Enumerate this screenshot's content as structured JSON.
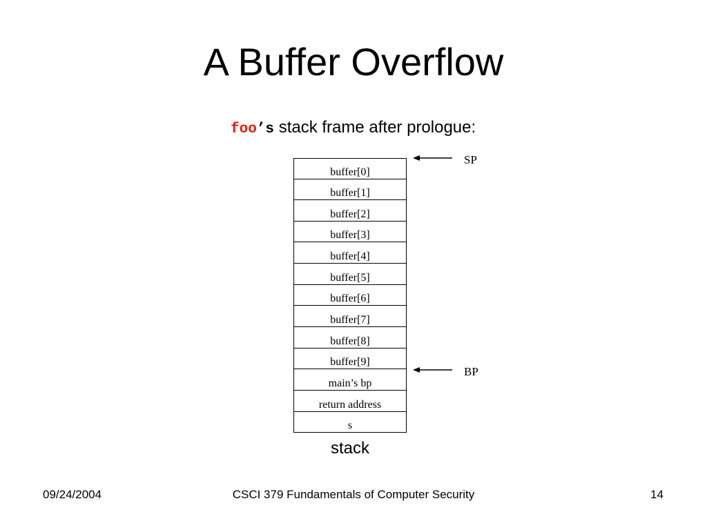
{
  "slide": {
    "title": "A Buffer Overflow",
    "subtitle": {
      "code_func": "foo",
      "code_suffix": "’s",
      "text": " stack frame after prologue:"
    },
    "stack": {
      "cells": [
        "buffer[0]",
        "buffer[1]",
        "buffer[2]",
        "buffer[3]",
        "buffer[4]",
        "buffer[5]",
        "buffer[6]",
        "buffer[7]",
        "buffer[8]",
        "buffer[9]",
        "main’s bp",
        "return address",
        "s"
      ],
      "label": "stack"
    },
    "pointers": {
      "sp": "SP",
      "bp": "BP"
    },
    "footer": {
      "date": "09/24/2004",
      "course": "CSCI 379 Fundamentals of Computer Security",
      "page": "14"
    },
    "colors": {
      "code_accent": "#e8190f"
    }
  }
}
